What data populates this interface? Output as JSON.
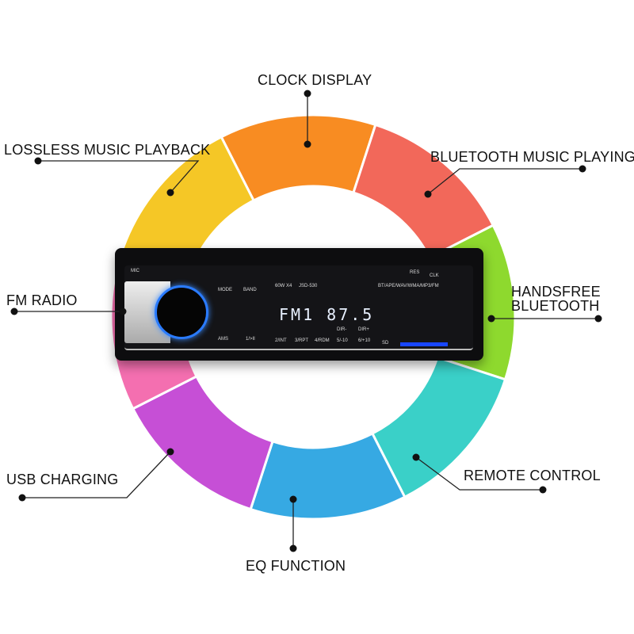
{
  "features": {
    "clock": "CLOCK DISPLAY",
    "lossless": "LOSSLESS MUSIC PLAYBACK",
    "bt_music": "BLUETOOTH MUSIC PLAYING",
    "fm": "FM RADIO",
    "handsfree_1": "HANDSFREE",
    "handsfree_2": "BLUETOOTH",
    "usb": "USB CHARGING",
    "remote": "REMOTE CONTROL",
    "eq": "EQ FUNCTION"
  },
  "radio": {
    "mic": "MIC",
    "mode": "MODE",
    "band": "BAND",
    "power": "60W X4",
    "model": "JSD-530",
    "formats": "BT/APE/WAV/WMA/MP3/FM",
    "res": "RES",
    "clk": "CLK",
    "display": "FM1  87.5",
    "ams": "AMS",
    "btn1": "1/>II",
    "btn2": "2/INT",
    "btn3": "3/RPT",
    "btn4": "4/RDM",
    "btn5": "5/-10",
    "btn6": "6/+10",
    "dir_minus": "DIR-",
    "dir_plus": "DIR+",
    "sd": "SD"
  },
  "colors": [
    "#f88c22",
    "#f2685a",
    "#8ed92e",
    "#3ad0c8",
    "#36a9e3",
    "#c64fd6",
    "#f46fb0",
    "#f5c726"
  ]
}
